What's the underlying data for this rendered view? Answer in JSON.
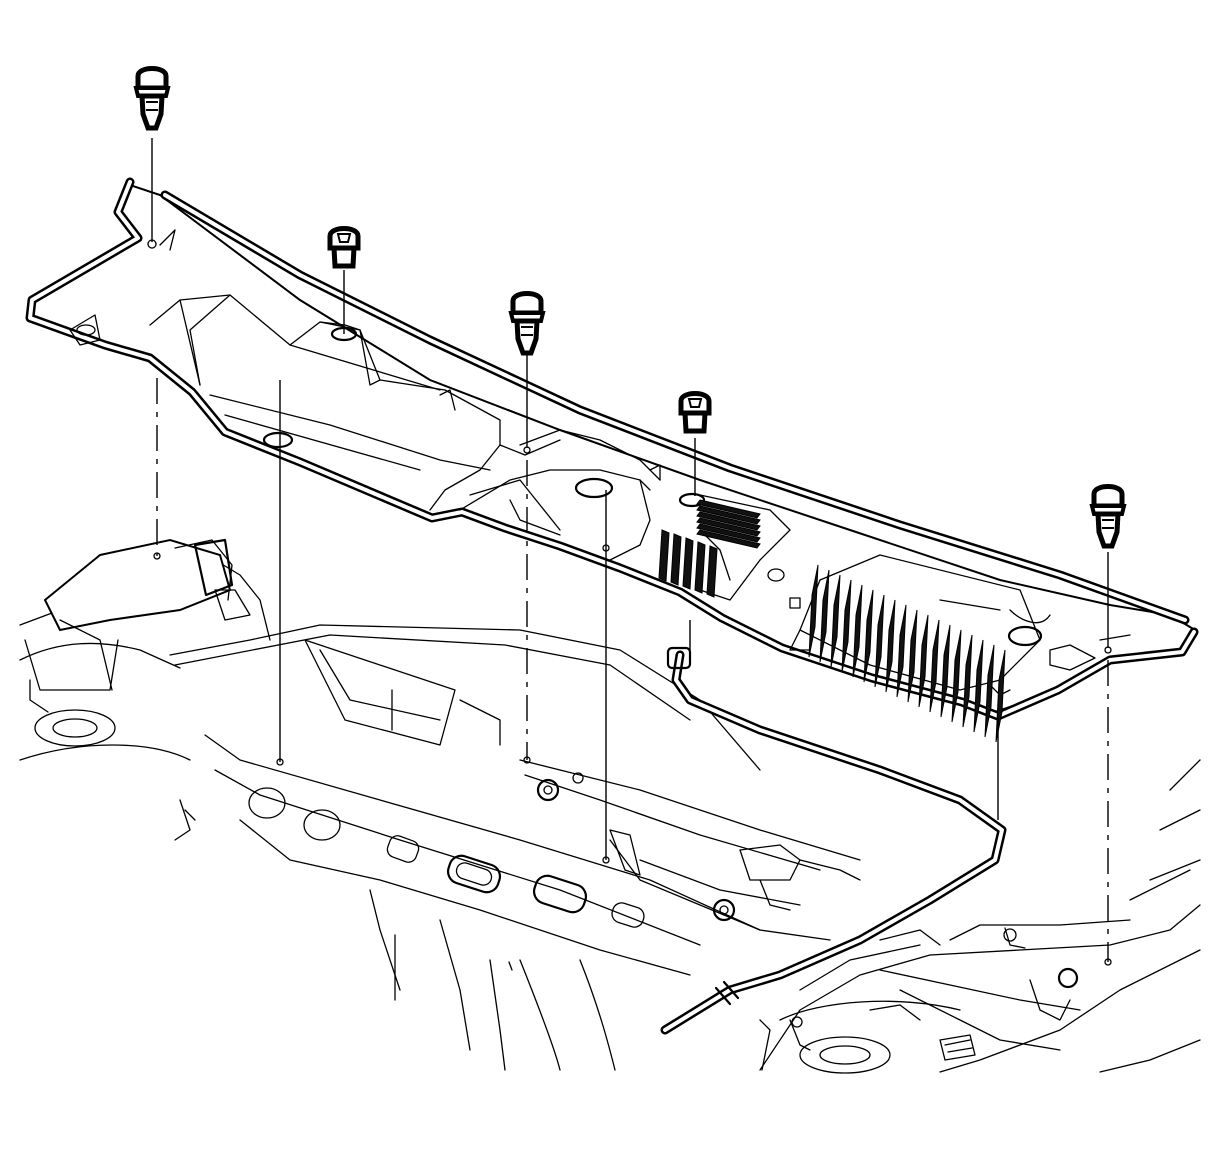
{
  "diagram": {
    "fasteners": [
      {
        "name": "push-pin-1",
        "style": "pin"
      },
      {
        "name": "push-pin-2",
        "style": "cap"
      },
      {
        "name": "push-pin-3",
        "style": "pin"
      },
      {
        "name": "push-pin-4",
        "style": "cap"
      },
      {
        "name": "push-pin-5",
        "style": "pin"
      }
    ],
    "colors": {
      "line": "#000000",
      "background": "#ffffff"
    }
  }
}
